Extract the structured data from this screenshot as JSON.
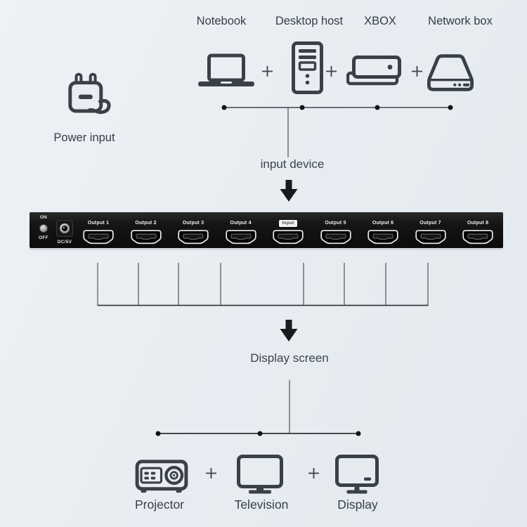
{
  "top_section": {
    "plus": "+",
    "devices": [
      {
        "label": "Notebook",
        "icon": "laptop-icon"
      },
      {
        "label": "Desktop host",
        "icon": "desktop-tower-icon"
      },
      {
        "label": "XBOX",
        "icon": "game-console-icon"
      },
      {
        "label": "Network box",
        "icon": "network-box-icon"
      }
    ]
  },
  "power": {
    "label": "Power input",
    "icon": "power-plug-icon"
  },
  "flow": {
    "input_label": "input device",
    "output_label": "Display screen"
  },
  "panel": {
    "switch_on": "ON",
    "switch_off": "OFF",
    "dc_label": "DC/5V",
    "ports": [
      {
        "label": "Output 1",
        "type": "output"
      },
      {
        "label": "Output 2",
        "type": "output"
      },
      {
        "label": "Output 3",
        "type": "output"
      },
      {
        "label": "Output 4",
        "type": "output"
      },
      {
        "label": "Input",
        "type": "input"
      },
      {
        "label": "Output 5",
        "type": "output"
      },
      {
        "label": "Output 6",
        "type": "output"
      },
      {
        "label": "Output 7",
        "type": "output"
      },
      {
        "label": "Output 8",
        "type": "output"
      }
    ]
  },
  "bottom_section": {
    "plus": "+",
    "devices": [
      {
        "label": "Projector",
        "icon": "projector-icon"
      },
      {
        "label": "Television",
        "icon": "television-icon"
      },
      {
        "label": "Display",
        "icon": "display-icon"
      }
    ]
  },
  "colors": {
    "background": "#e9edf2",
    "icon_stroke": "#3a4048",
    "text": "#343d4b",
    "panel": "#121212",
    "panel_text": "#f2f2f2",
    "wire": "#4a4f56",
    "arrow": "#191a1b"
  }
}
